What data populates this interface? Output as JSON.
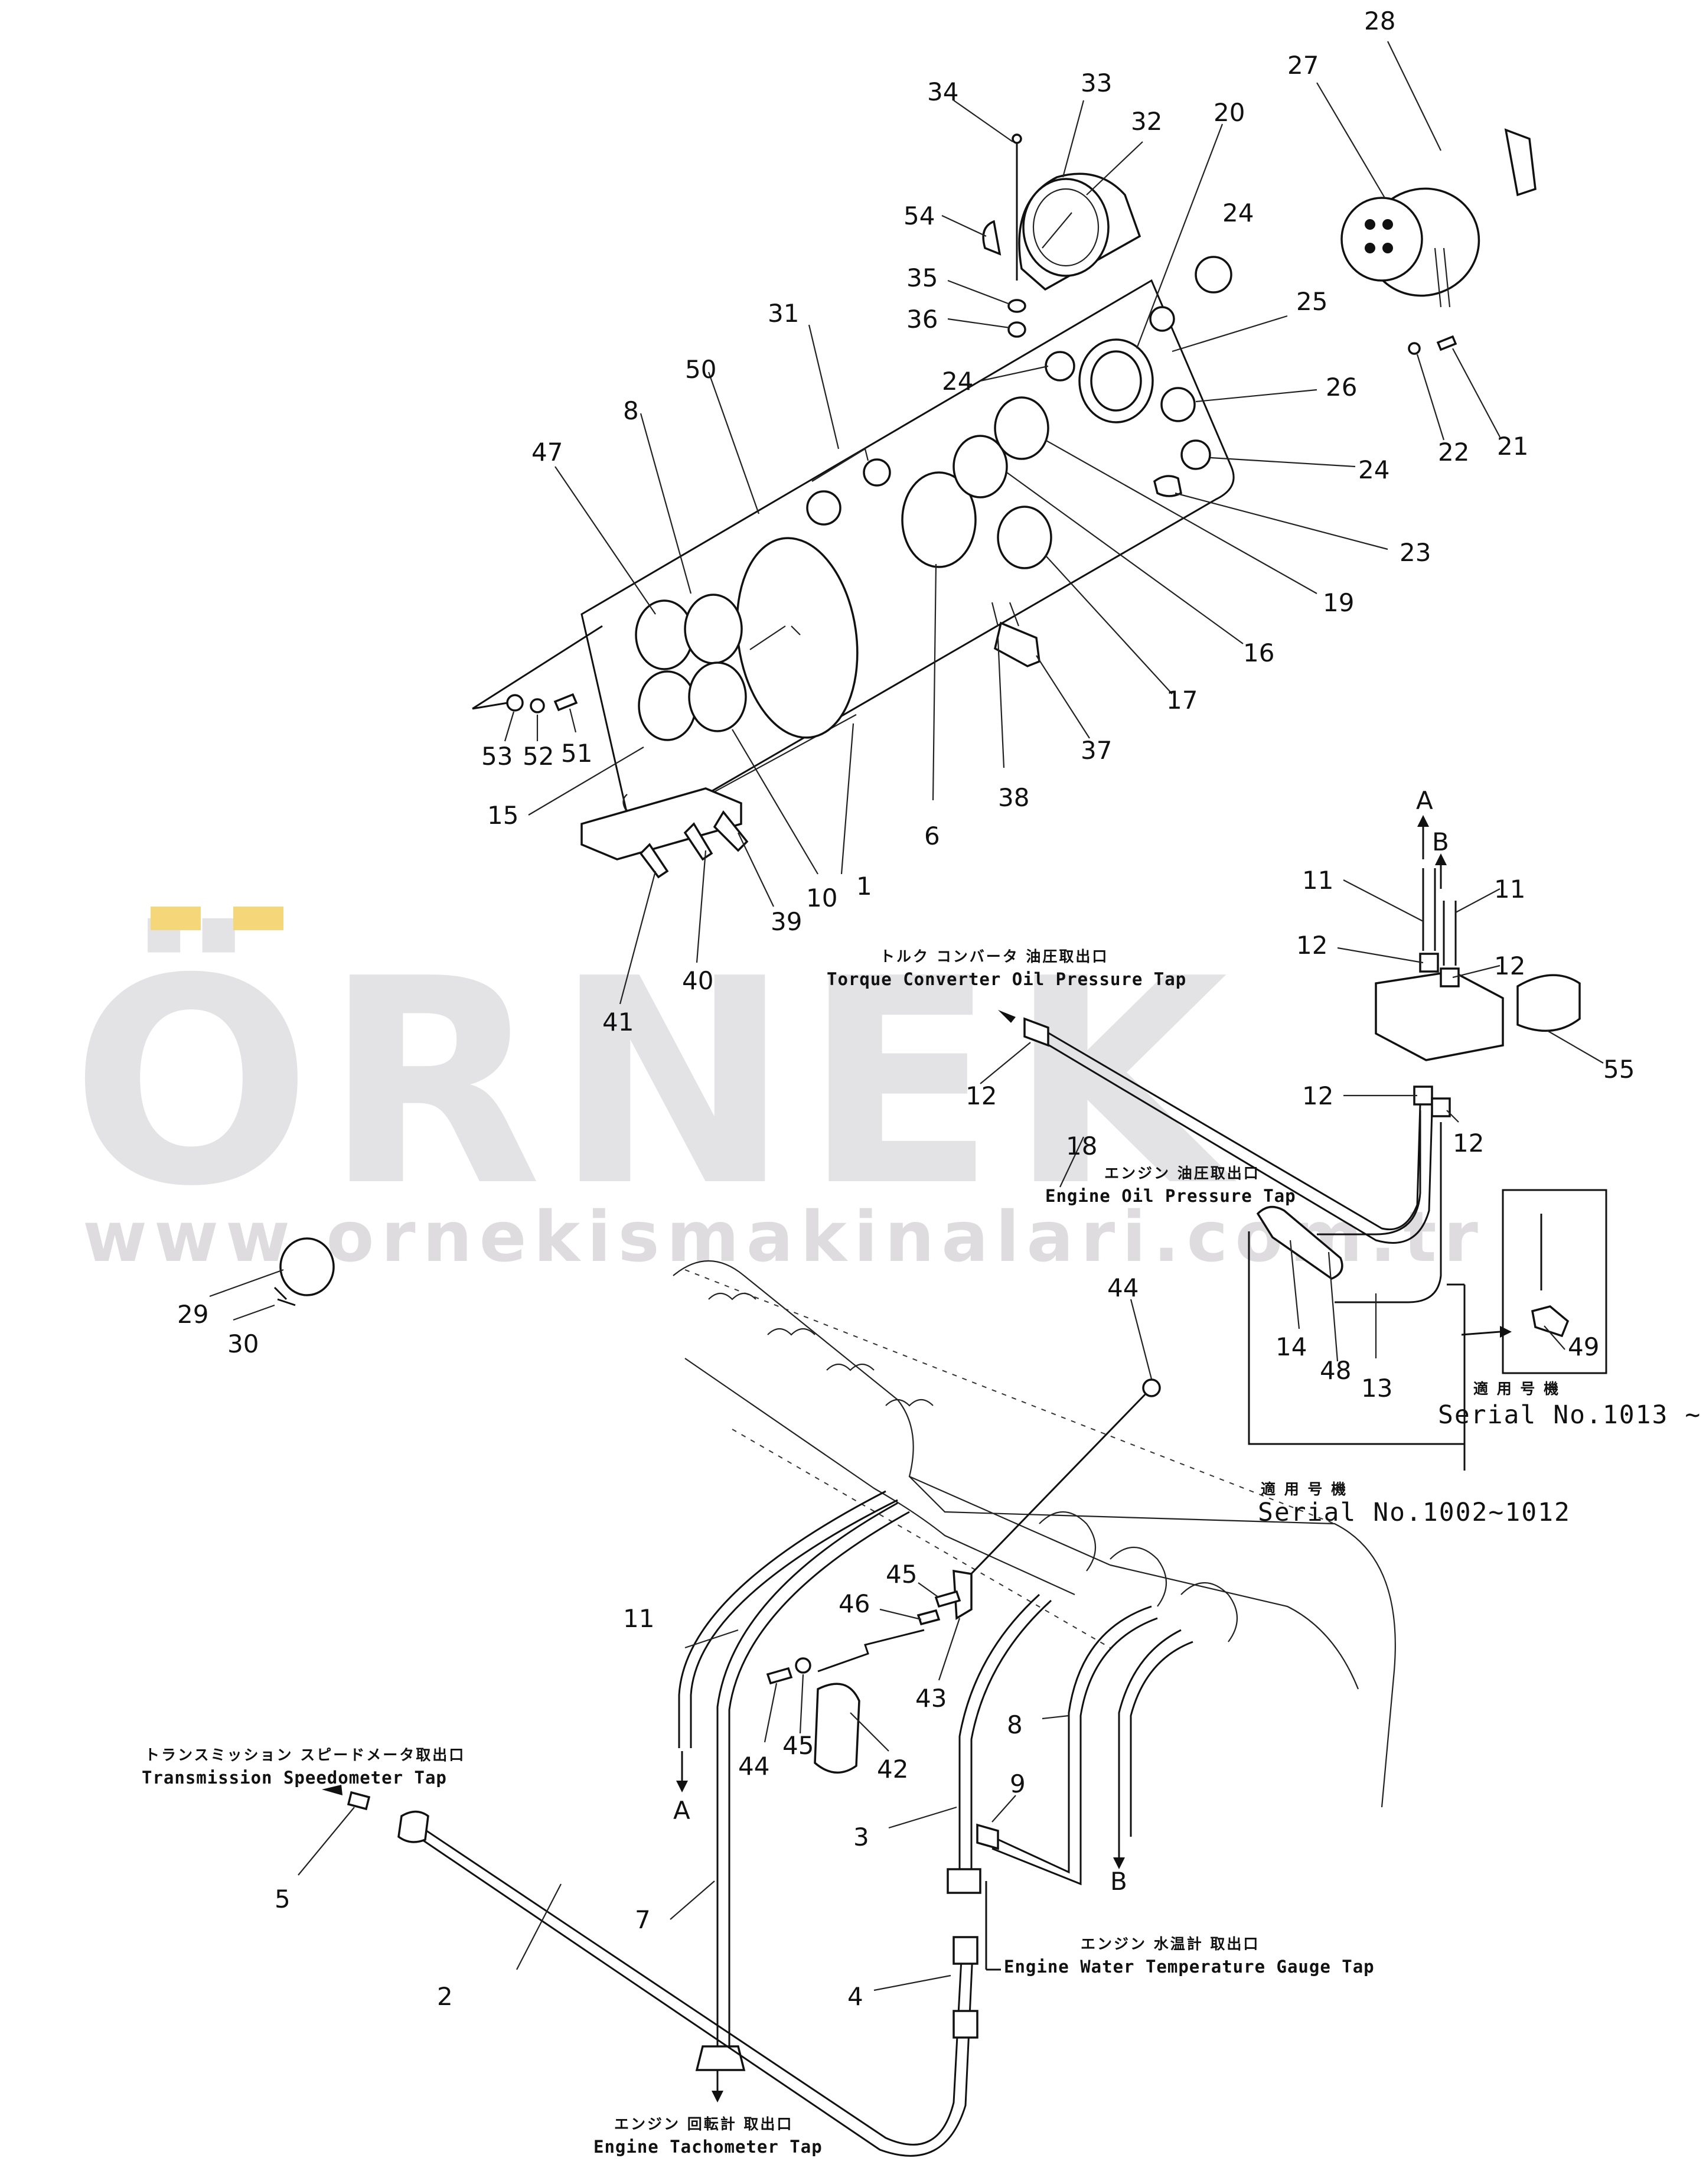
{
  "watermark": {
    "brand": "ÖRNEK",
    "url": "www.ornekismakinalari.com.tr",
    "umlaut_color": "#f5d77a"
  },
  "callouts": [
    "1",
    "2",
    "3",
    "4",
    "5",
    "6",
    "7",
    "8",
    "9",
    "10",
    "11",
    "12",
    "13",
    "14",
    "15",
    "16",
    "17",
    "18",
    "19",
    "20",
    "21",
    "22",
    "23",
    "24",
    "25",
    "26",
    "27",
    "28",
    "29",
    "30",
    "31",
    "32",
    "33",
    "34",
    "35",
    "36",
    "37",
    "38",
    "39",
    "40",
    "41",
    "42",
    "43",
    "44",
    "45",
    "46",
    "47",
    "48",
    "49",
    "50",
    "51",
    "52",
    "53",
    "54",
    "55"
  ],
  "flow_markers": {
    "a": "A",
    "b": "B"
  },
  "captions": {
    "torque_converter_jp": "トルク コンバータ 油圧取出口",
    "torque_converter_en": "Torque Converter Oil Pressure Tap",
    "engine_oil_jp": "エンジン 油圧取出口",
    "engine_oil_en": "Engine Oil Pressure Tap",
    "transmission_jp": "トランスミッション スピードメータ取出口",
    "transmission_en": "Transmission Speedometer Tap",
    "water_temp_jp": "エンジン 水温計 取出口",
    "water_temp_en": "Engine Water Temperature Gauge Tap",
    "tachometer_jp": "エンジン 回転計 取出口",
    "tachometer_en": "Engine Tachometer Tap"
  },
  "serials": {
    "late_jp": "適 用 号 機",
    "late": "Serial  No.1013 ~",
    "early_jp": "適 用 号 機",
    "early": "Serial  No.1002~1012"
  }
}
